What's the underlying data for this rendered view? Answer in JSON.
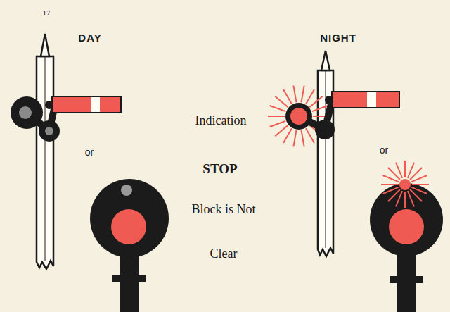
{
  "diagram": {
    "labels": [
      "17",
      "DAY",
      "NIGHT",
      "Indication",
      "STOP",
      "Block is Not",
      "Clear",
      "or",
      "or"
    ]
  }
}
